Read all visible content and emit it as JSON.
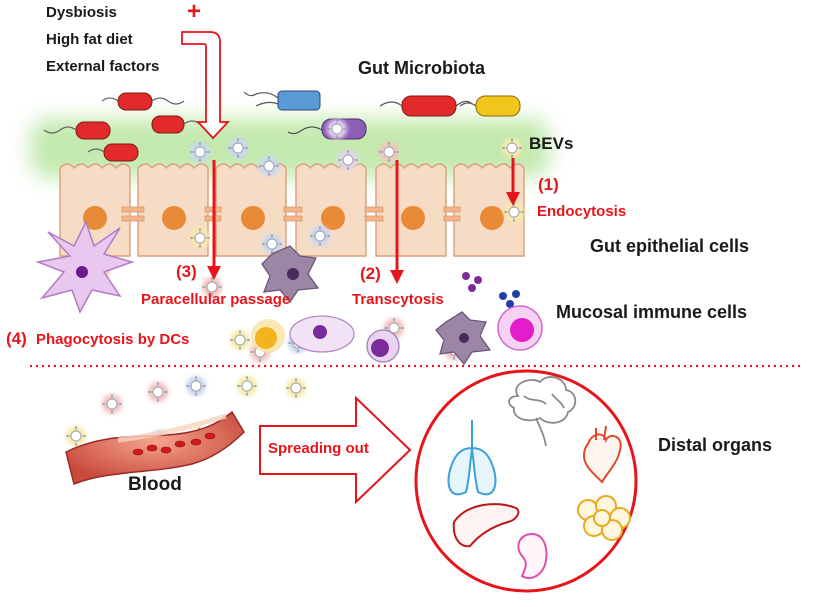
{
  "risk_factors": [
    "Dysbiosis",
    "High fat diet",
    "External factors"
  ],
  "plus_sign": "+",
  "gut_microbiota": "Gut Microbiota",
  "bevs": "BEVs",
  "pathways": {
    "p1_num": "(1)",
    "p1_label": "Endocytosis",
    "p2_num": "(2)",
    "p2_label": "Transcytosis",
    "p3_num": "(3)",
    "p3_label": "Paracellular passage",
    "p4_num": "(4)",
    "p4_label": "Phagocytosis by DCs"
  },
  "gut_epithelial_cells": "Gut epithelial cells",
  "mucosal_immune_cells": "Mucosal immune cells",
  "blood": "Blood",
  "spreading_out": "Spreading out",
  "distal_organs": "Distal organs",
  "colors": {
    "accent_red": "#e8141b",
    "cell_fill": "#f6dcc4",
    "cell_stroke": "#d9a07a",
    "nucleus": "#e98a36",
    "mucus_glow": "#b9e6a0",
    "bacteria": [
      "#e32a2a",
      "#5a9ad6",
      "#8b5fb8",
      "#f2c51c"
    ]
  }
}
